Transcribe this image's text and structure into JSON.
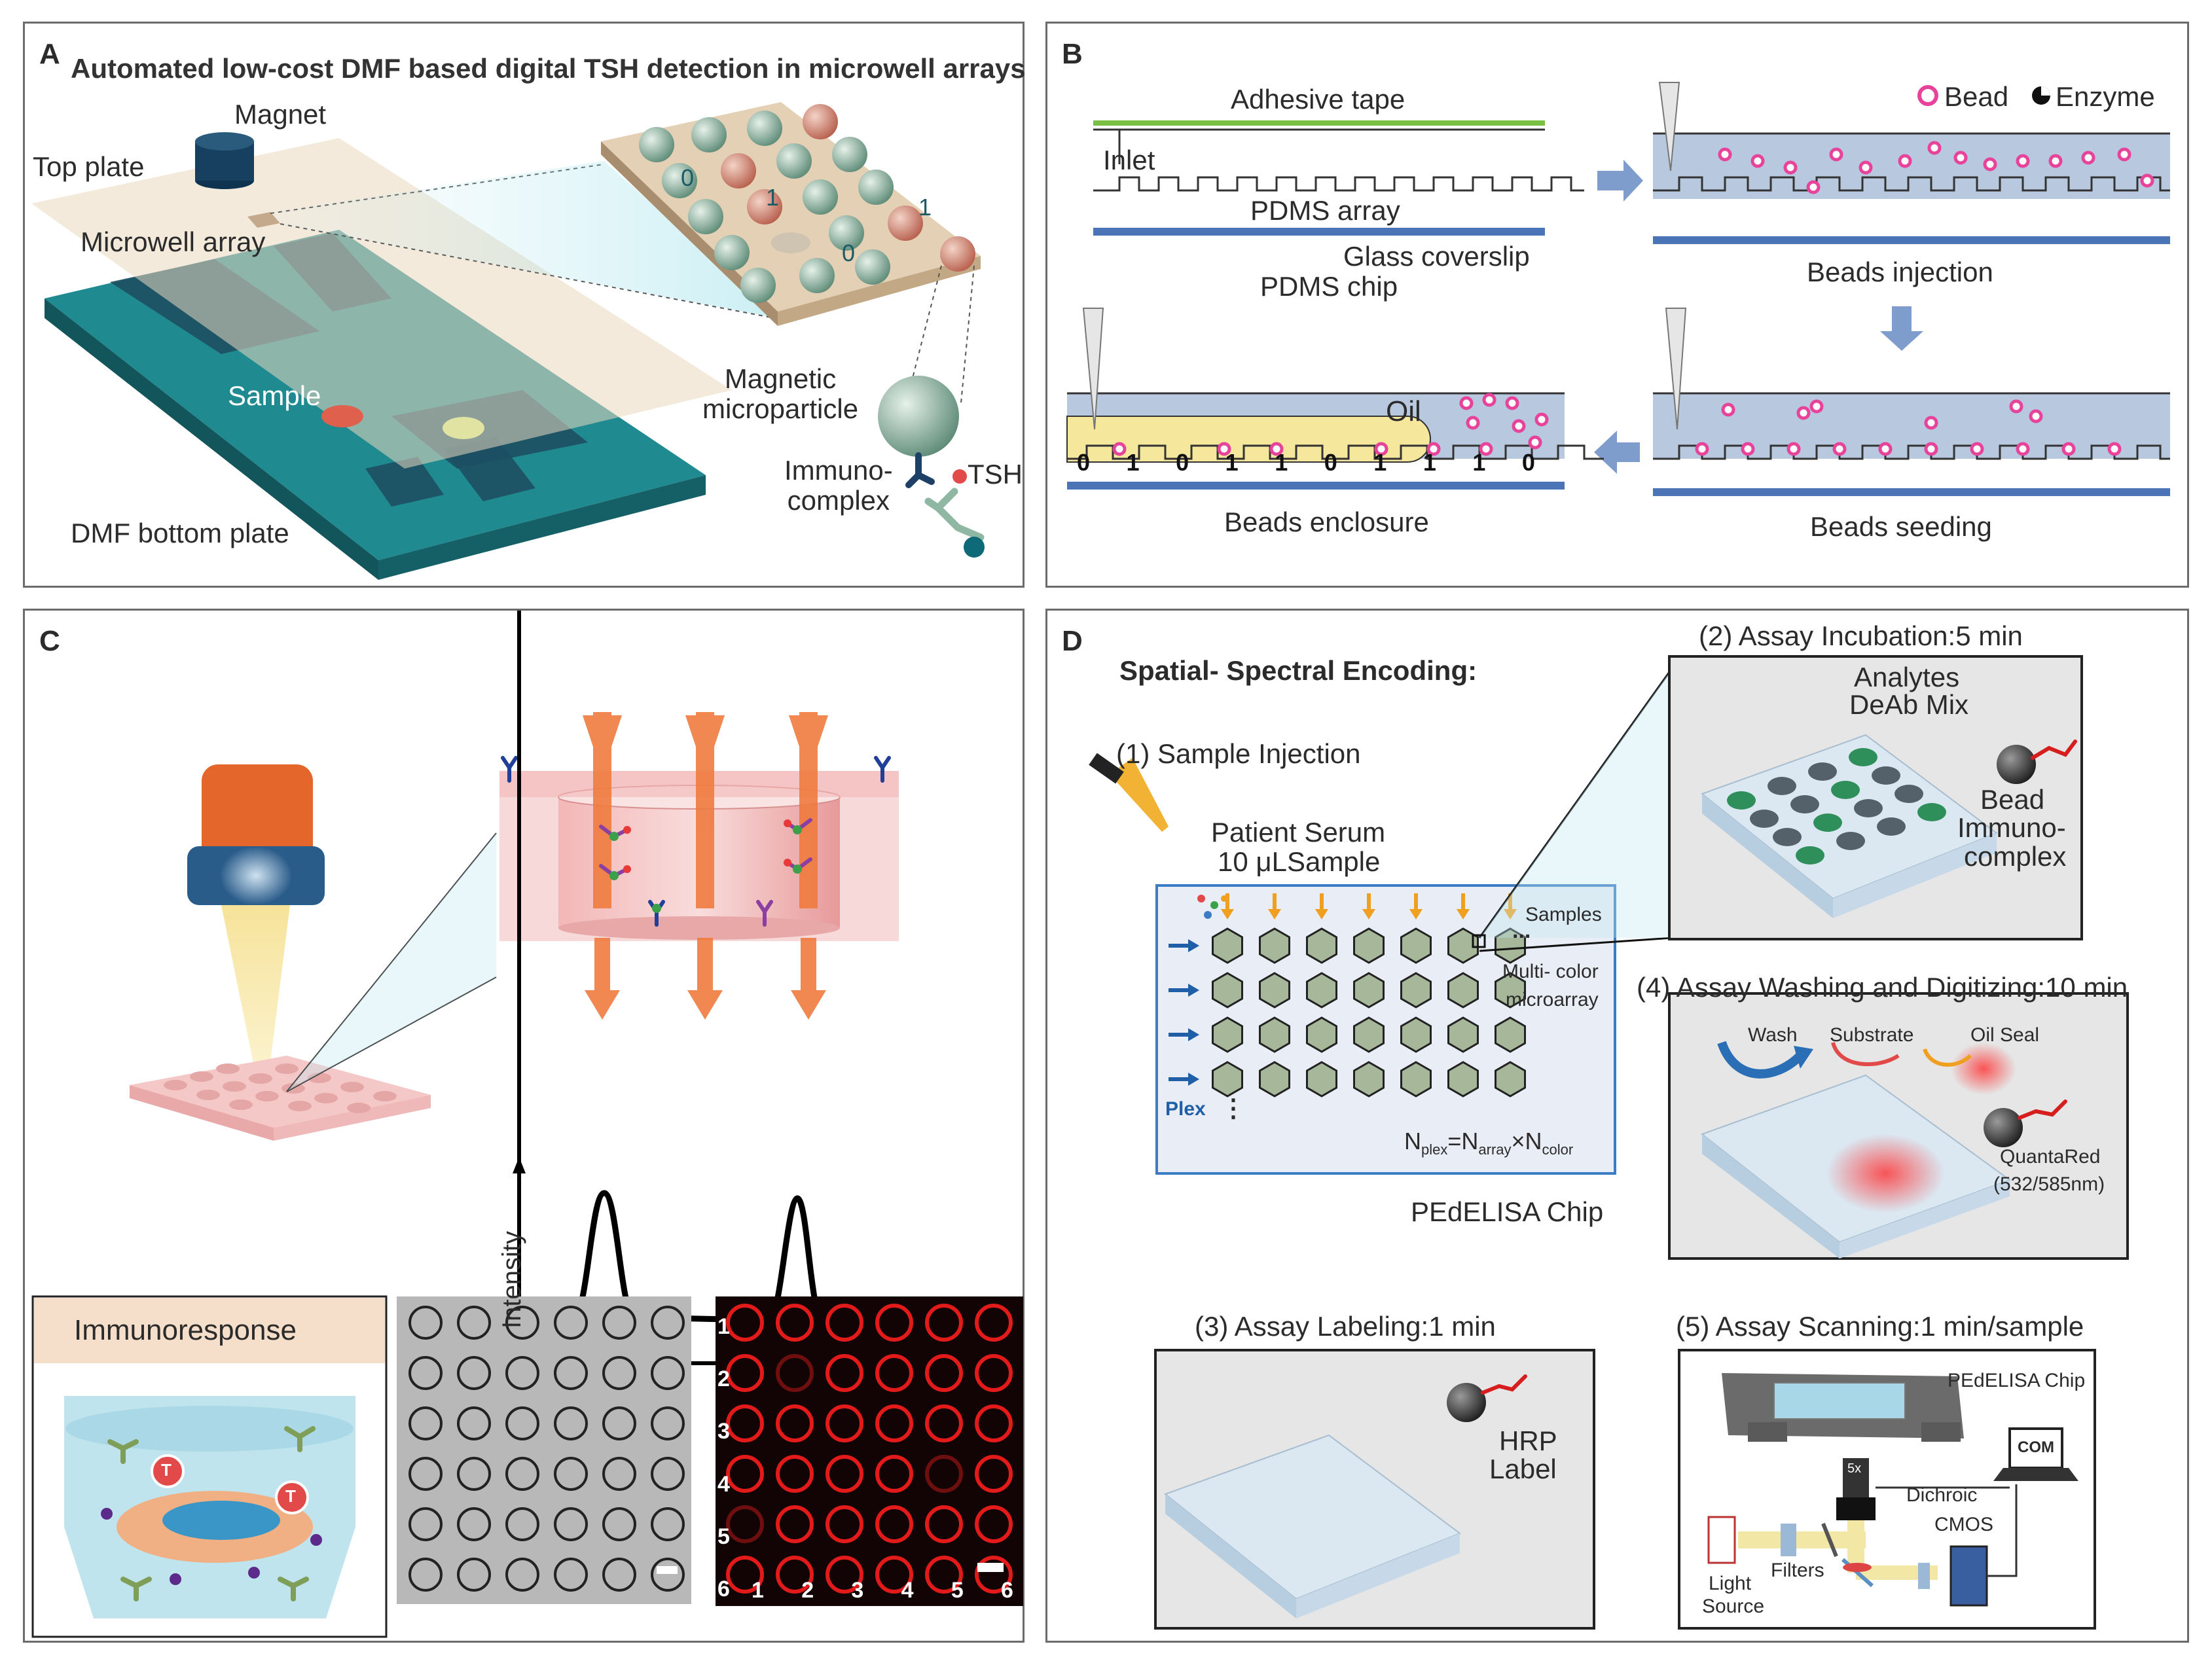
{
  "panelA": {
    "letter": "A",
    "title": "Automated low-cost DMF based digital TSH detection in microwell arrays",
    "labels": {
      "magnet": "Magnet",
      "top_plate": "Top plate",
      "microwell_array": "Microwell array",
      "sample": "Sample",
      "dmf_bottom_plate": "DMF bottom plate",
      "magnetic_microparticle": "Magnetic\nmicroparticle",
      "immunocomplex": "Immuno-\ncomplex",
      "tsh": "TSH"
    },
    "well_digits": [
      "0",
      "1",
      "0",
      "1"
    ],
    "colors": {
      "teal": "#1f7f86",
      "plate": "#ead8c0",
      "bead_green": "#7fb0a0",
      "bead_red": "#c97d6d"
    }
  },
  "panelB": {
    "letter": "B",
    "legend": {
      "bead": "Bead",
      "enzyme": "Enzyme"
    },
    "labels": {
      "adhesive_tape": "Adhesive tape",
      "inlet": "Inlet",
      "pdms_array": "PDMS array",
      "glass_coverslip": "Glass coverslip",
      "pdms_chip": "PDMS chip",
      "beads_injection": "Beads injection",
      "beads_seeding": "Beads seeding",
      "beads_enclosure": "Beads enclosure",
      "oil": "Oil"
    },
    "digits": [
      "0",
      "1",
      "0",
      "1",
      "1",
      "0",
      "1",
      "1",
      "1",
      "0"
    ],
    "colors": {
      "channel": "#b8c8de",
      "tape": "#7ac143",
      "glass": "#4a74b5",
      "oil": "#f5e79c",
      "bead": "#e8439b",
      "arrow": "#7e9ccc"
    }
  },
  "panelC": {
    "letter": "C",
    "labels": {
      "intensity": "Intensity",
      "immunoresponse": "Immunoresponse",
      "t_marker": "T"
    },
    "row_numbers": [
      "1",
      "2",
      "3",
      "4",
      "5",
      "6"
    ],
    "col_numbers": [
      "1",
      "2",
      "3",
      "4",
      "5",
      "6"
    ],
    "colors": {
      "arrow": "#f07b3f",
      "lens": "#e5662b",
      "well": "#f5c8c8"
    }
  },
  "panelD": {
    "letter": "D",
    "title": "Spatial- Spectral Encoding:",
    "step1": "(1) Sample Injection",
    "patient_serum": "Patient Serum",
    "sample_volume": "10 μLSample",
    "chip": {
      "samples": "Samples",
      "ellipsis": "...",
      "multicolor": "Multi- color",
      "microarray": "microarray",
      "plex": "Plex",
      "vdots": "⋮",
      "formula": {
        "n": "N",
        "plex": "plex",
        "eq": "=N",
        "array": "array",
        "times": "×N",
        "color": "color"
      }
    },
    "chip_name": "PEdELISA Chip",
    "step2": "(2) Assay Incubation:5 min",
    "analytes": "Analytes",
    "deab": "DeAb Mix",
    "bead_immuno": [
      "Bead",
      "Immuno-",
      "complex"
    ],
    "step3": "(3) Assay Labeling:1 min",
    "hrp": [
      "HRP",
      "Label"
    ],
    "step4": "(4) Assay Washing and Digitizing:10 min",
    "wash": "Wash",
    "substrate": "Substrate",
    "oil_seal": "Oil Seal",
    "quantared": [
      "QuantaRed",
      "(532/585nm)"
    ],
    "step5": "(5) Assay Scanning:1 min/sample",
    "scan": {
      "chip": "PEdELISA Chip",
      "com": "COM",
      "dichroic": "Dichroic",
      "cmos": "CMOS",
      "filters": "Filters",
      "light_source": [
        "Light",
        "Source"
      ],
      "objective": "5x"
    }
  }
}
